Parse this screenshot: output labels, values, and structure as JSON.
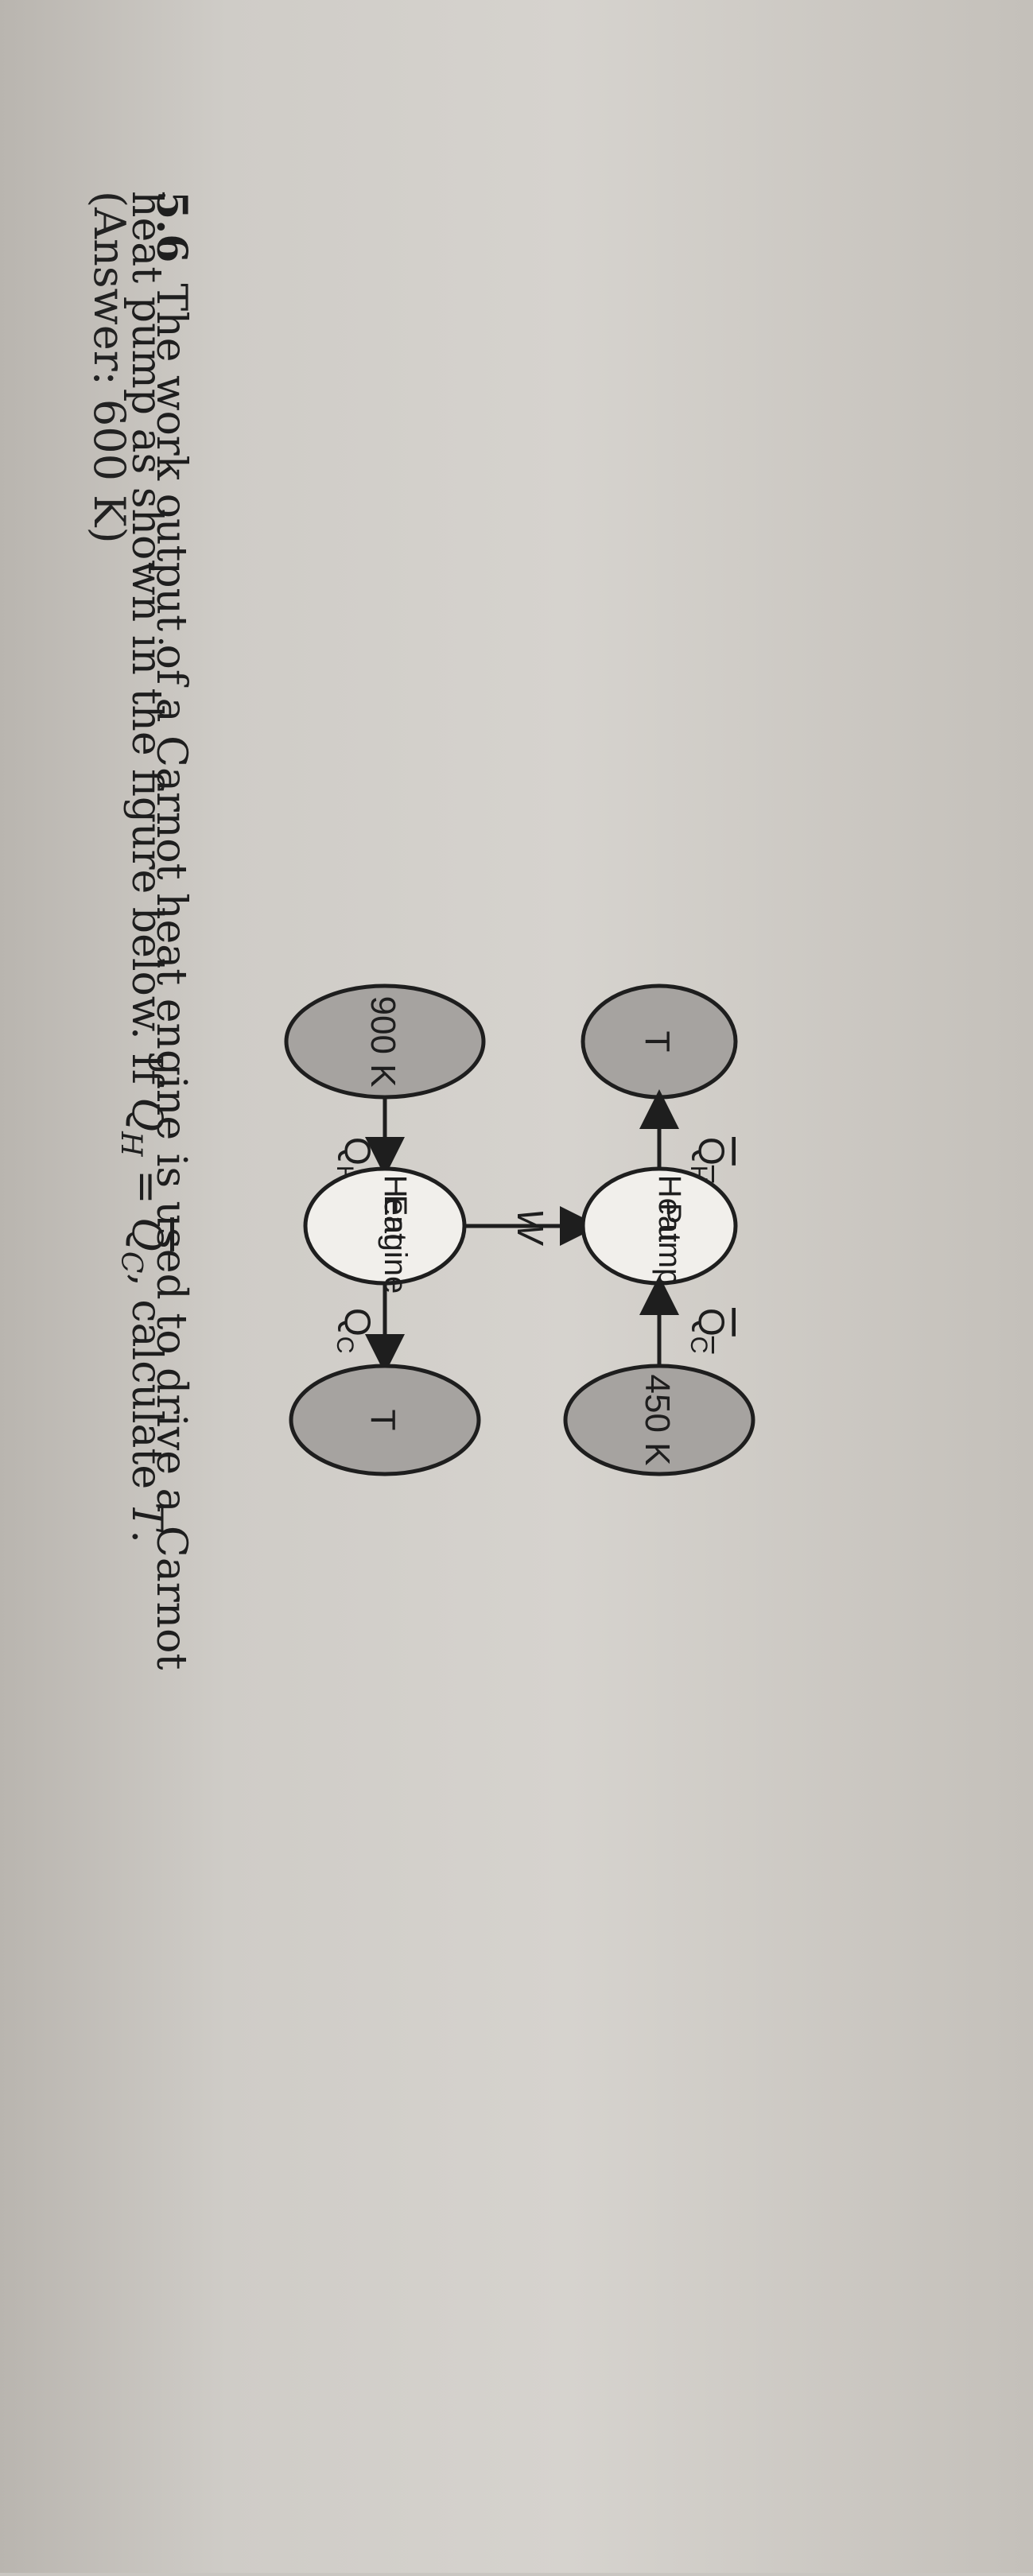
{
  "problem": {
    "number": "5.6",
    "line1_text": "The work output of a Carnot heat engine is used to drive a Carnot",
    "line2_a": "heat pump as shown in the figure below. If ",
    "line2_q1": "Q",
    "line2_sub1": "H",
    "line2_eq": " = ",
    "line2_q2": "Q",
    "line2_sub2": "C",
    "line2_b": ", calculate ",
    "line2_t": "T",
    "line2_end": "."
  },
  "diagram": {
    "hot_reservoir_1": "900 K",
    "cold_reservoir_1": "T",
    "hot_reservoir_2": "T",
    "cold_reservoir_2": "450 K",
    "engine_line1": "Heat",
    "engine_line2": "Engine",
    "pump_line1": "Heat",
    "pump_line2": "Pump",
    "work_label": "W",
    "qh_label": "Q",
    "qh_sub": "H",
    "qc_label": "Q",
    "qc_sub": "C",
    "qh_bar_label": "Q",
    "qh_bar_sub": "H",
    "qc_bar_label": "Q",
    "qc_bar_sub": "C"
  },
  "answer": "(Answer: 600 K)",
  "colors": {
    "reservoir_fill": "#a6a3a0",
    "device_fill": "#f1efeb",
    "ink": "#1e1e1e"
  }
}
